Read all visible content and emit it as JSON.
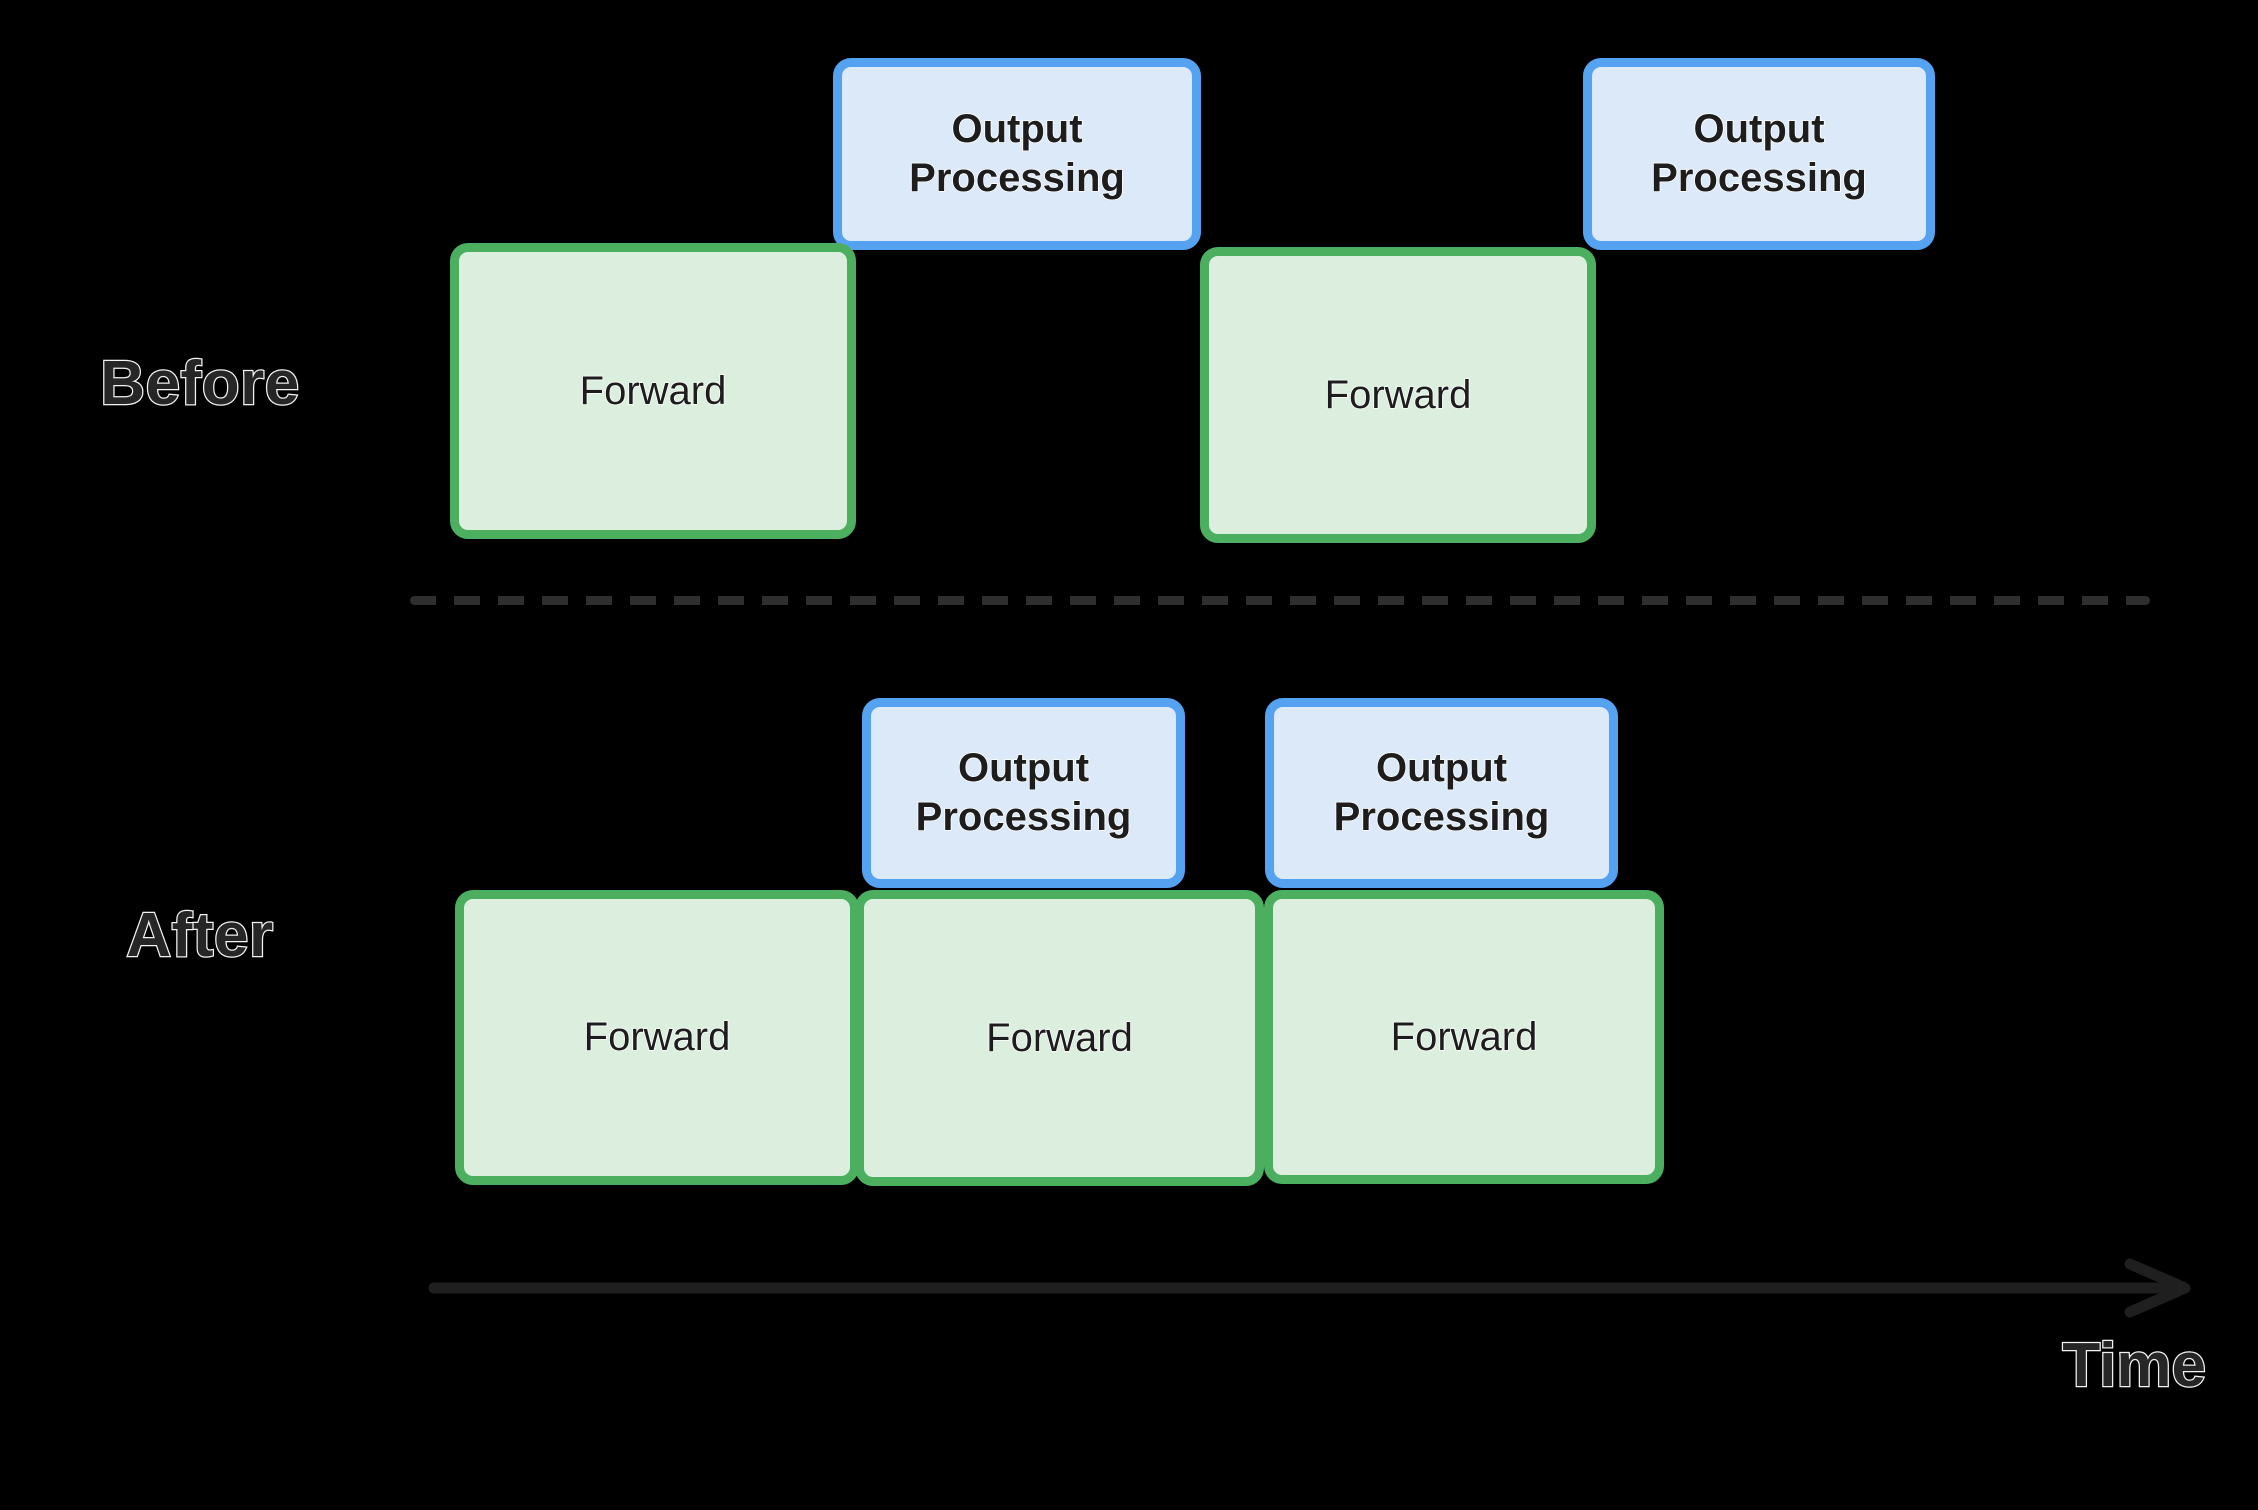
{
  "diagram": {
    "title_visible": false,
    "background_color": "#000000",
    "axis": {
      "label": "Time",
      "arrow_direction": "right",
      "color": "#1f1f1f"
    },
    "divider": {
      "style": "dashed",
      "color": "#2e2e2e"
    },
    "palette": {
      "forward_fill": "#dcefdf",
      "forward_border": "#4caf60",
      "output_fill": "#dbe9f8",
      "output_border": "#55a3f0",
      "text": "#1d1d1d",
      "text_outline": "#ffffff"
    },
    "rows": [
      {
        "id": "before",
        "label": "Before",
        "forward_blocks": [
          {
            "label": "Forward"
          },
          {
            "label": "Forward"
          }
        ],
        "output_blocks": [
          {
            "line1": "Output",
            "line2": "Processing"
          },
          {
            "line1": "Output",
            "line2": "Processing"
          }
        ]
      },
      {
        "id": "after",
        "label": "After",
        "forward_blocks": [
          {
            "label": "Forward"
          },
          {
            "label": "Forward"
          },
          {
            "label": "Forward"
          }
        ],
        "output_blocks": [
          {
            "line1": "Output",
            "line2": "Processing"
          },
          {
            "line1": "Output",
            "line2": "Processing"
          }
        ]
      }
    ]
  }
}
